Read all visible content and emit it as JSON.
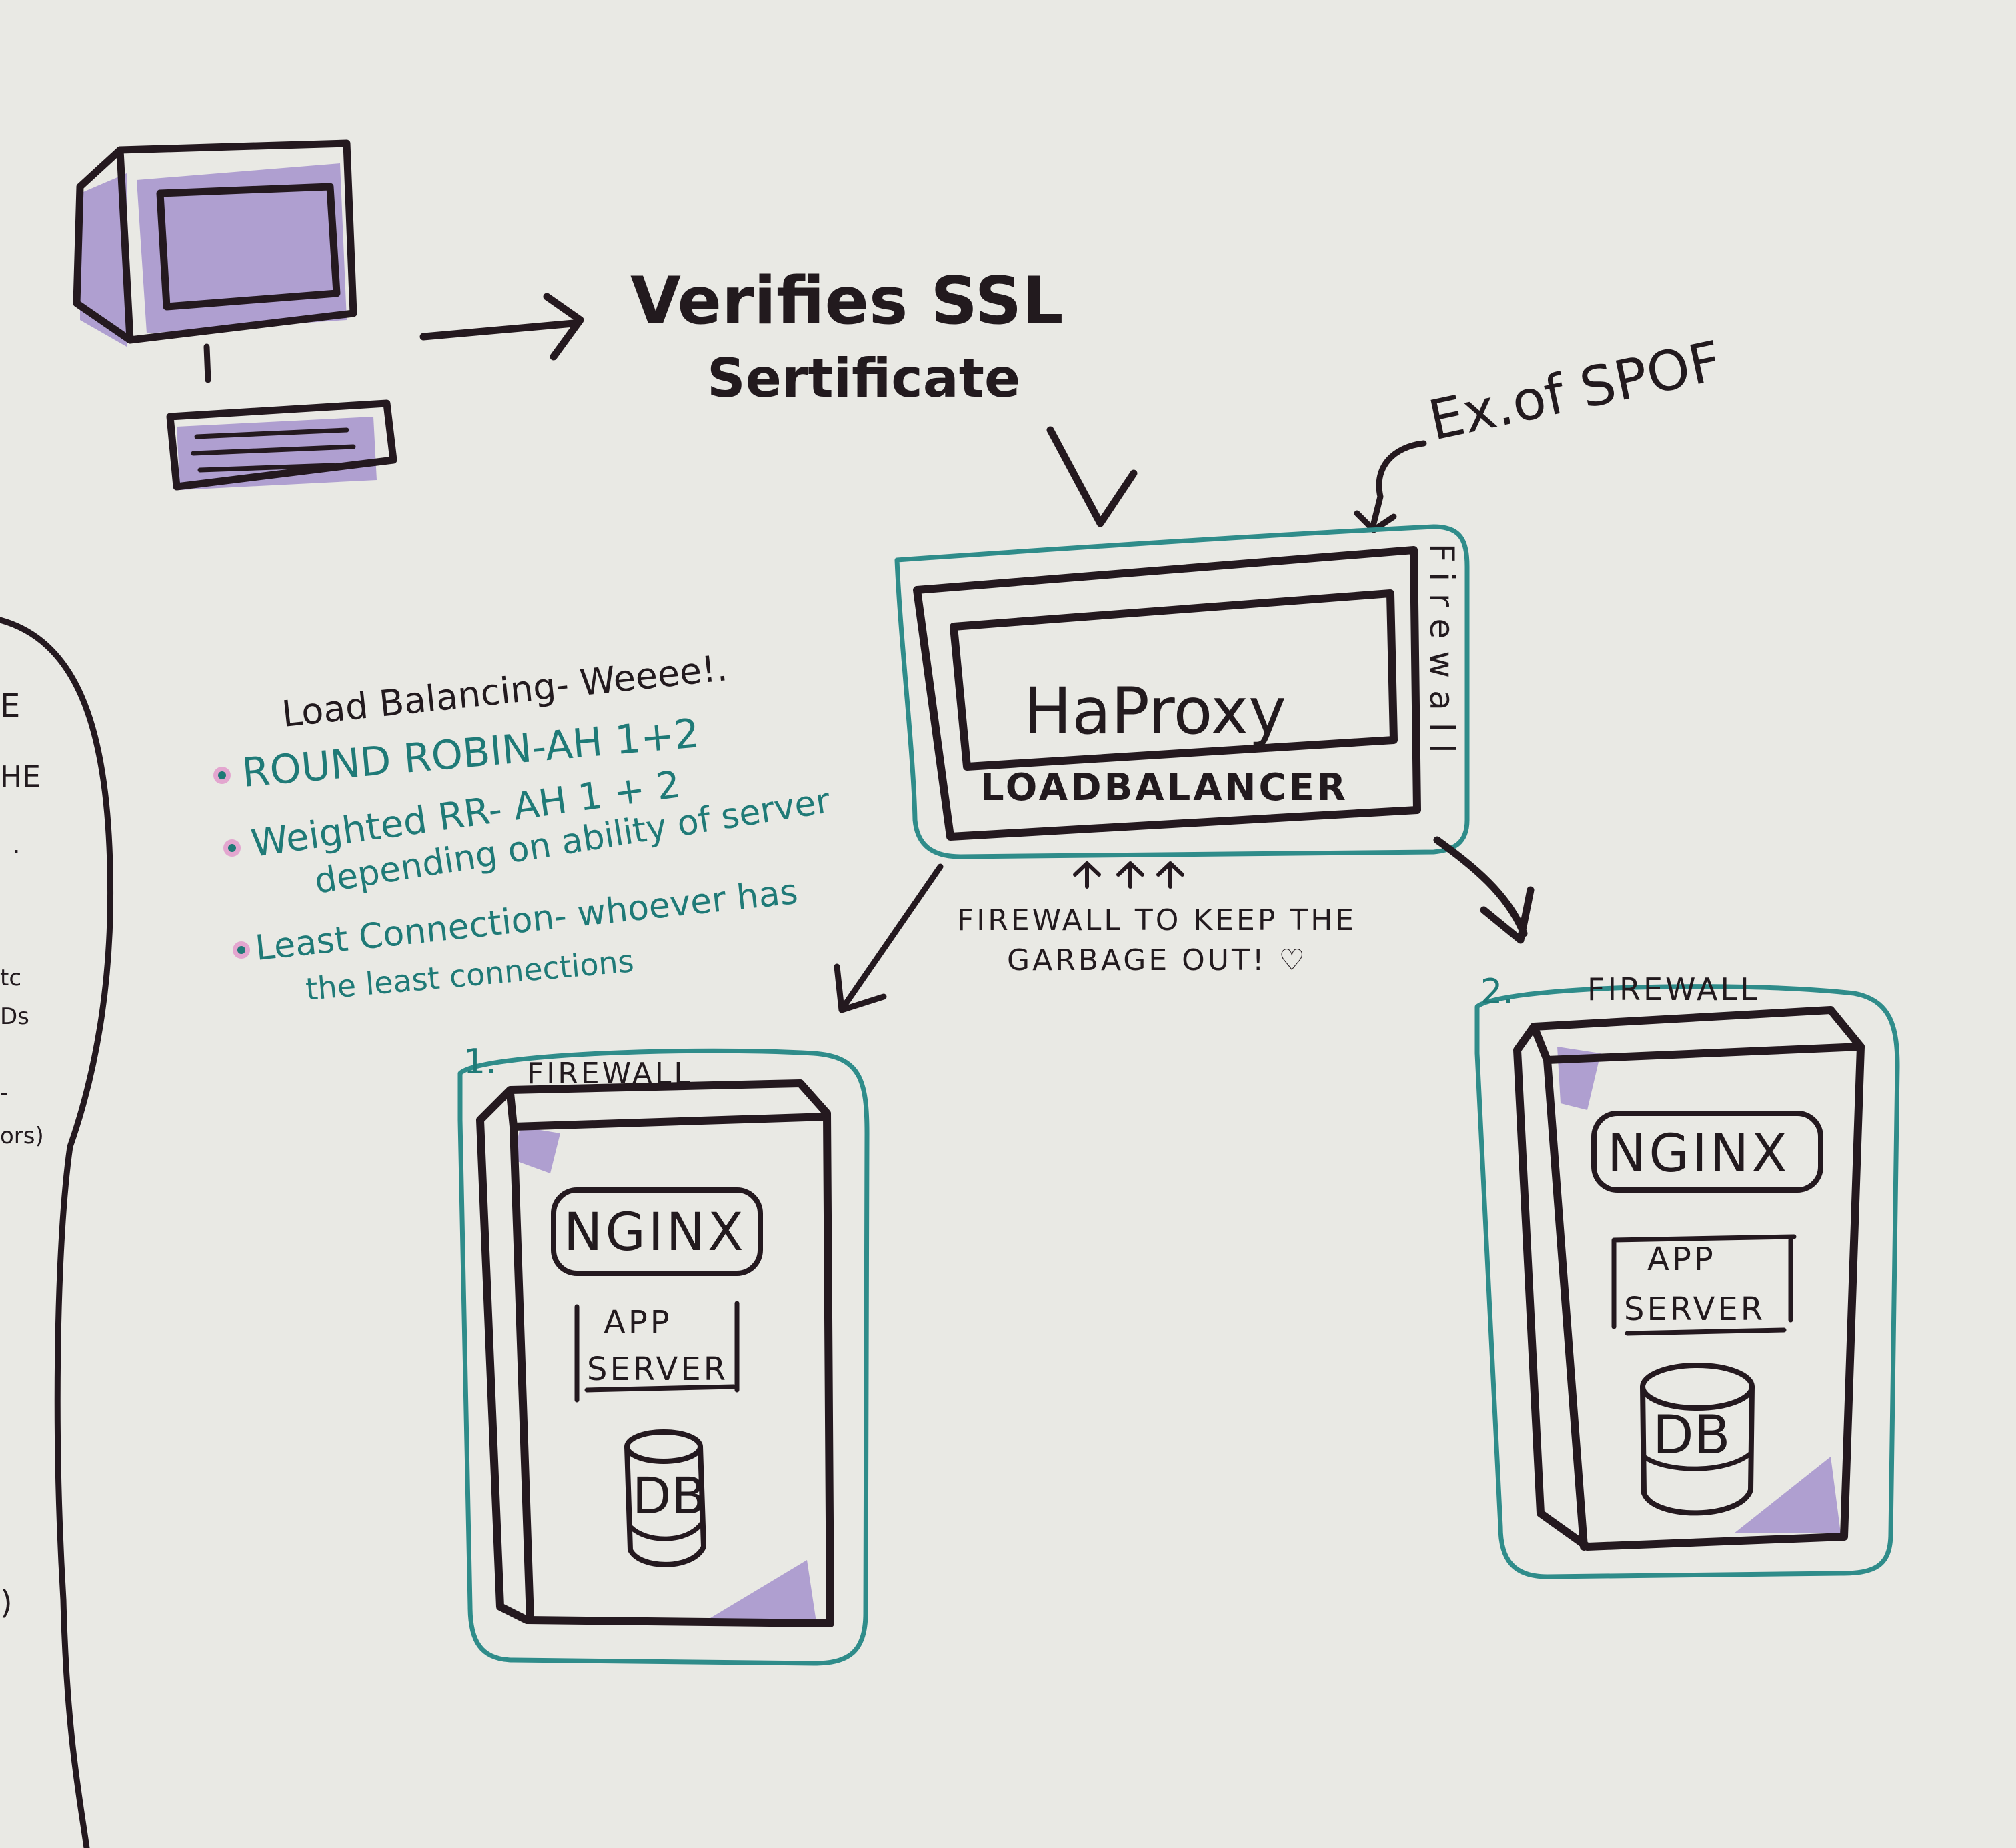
{
  "client": {
    "note_line1": "Verifies SSL",
    "note_line2": "Sertificate"
  },
  "load_balancer": {
    "spof_note": "Ex.of SPOF",
    "inner_label": "HaProxy",
    "bottom_label": "LOADBALANCER",
    "side_label": "Firewall"
  },
  "firewall_note": {
    "line1": "FIREWALL TO  KEEP THE",
    "line2": "GARBAGE  OUT! ♡"
  },
  "notes": {
    "title": "Load Balancing- Weeee!.",
    "items": [
      {
        "line1": "ROUND ROBIN-AH 1+2",
        "line2": ""
      },
      {
        "line1": "Weighted RR- AH 1 + 2",
        "line2": "depending on ability of server"
      },
      {
        "line1": "Least Connection- whoever has",
        "line2": "the least connections"
      }
    ]
  },
  "servers": [
    {
      "number": "1.",
      "firewall_label": "FIREWALL",
      "web": "NGINX",
      "app_line1": "APP",
      "app_line2": "SERVER",
      "db": "DB"
    },
    {
      "number": "2.",
      "firewall_label": "FIREWALL",
      "web": "NGINX",
      "app_line1": "APP",
      "app_line2": "SERVER",
      "db": "DB"
    }
  ],
  "left_edge_fragments": [
    "E",
    "HE",
    ".",
    "tc",
    "Ds",
    "-",
    "ors)",
    ")"
  ],
  "colors": {
    "ink": "#24191f",
    "teal": "#2f8c8a",
    "purple": "#9b86c9",
    "board": "#e9e9e4"
  }
}
